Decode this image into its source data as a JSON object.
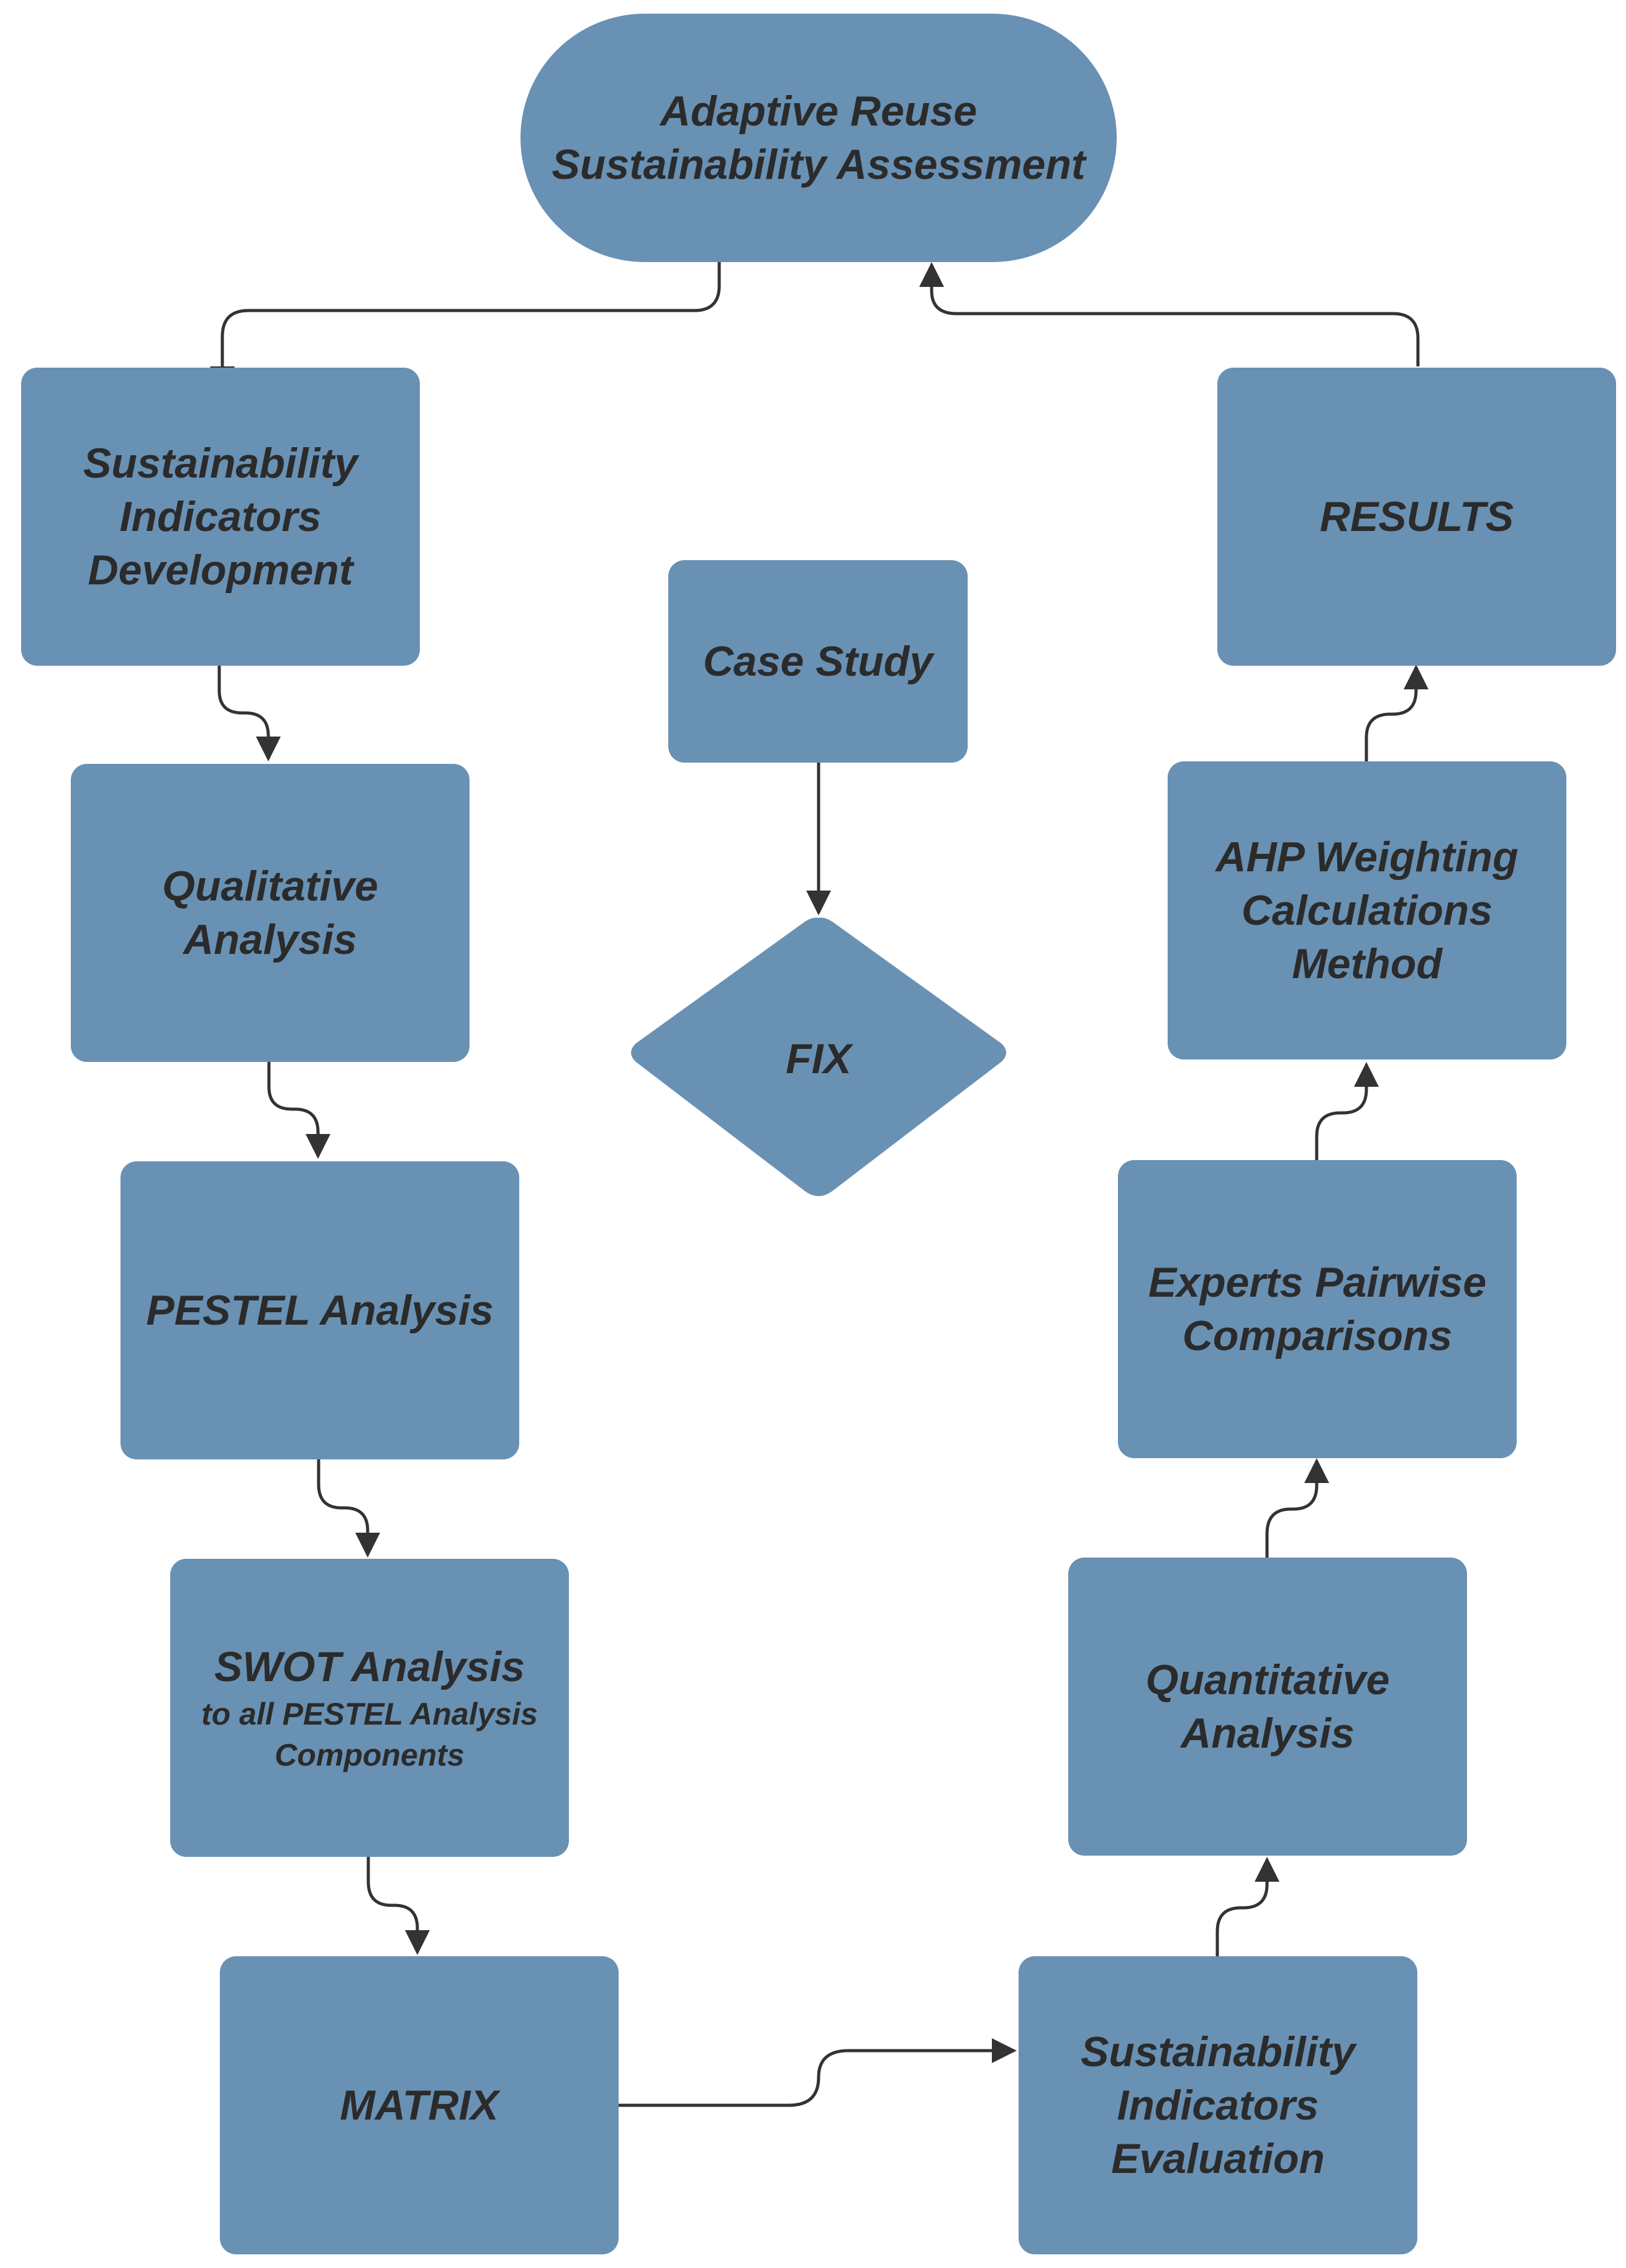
{
  "colors": {
    "node_fill": "#6991b4",
    "text": "#2b2b2b",
    "connector": "#333333",
    "background": "#ffffff"
  },
  "nodes": {
    "start": {
      "lines": [
        "Adaptive Reuse",
        "Sustainability Assessment"
      ]
    },
    "indicators_development": {
      "lines": [
        "Sustainability",
        "Indicators",
        "Development"
      ]
    },
    "qualitative": {
      "lines": [
        "Qualitative",
        "Analysis"
      ]
    },
    "pestel": {
      "lines": [
        "PESTEL Analysis"
      ]
    },
    "swot": {
      "title": "SWOT Analysis",
      "sub": [
        "to all PESTEL Analysis",
        "Components"
      ]
    },
    "matrix": {
      "lines": [
        "MATRIX"
      ]
    },
    "case_study": {
      "lines": [
        "Case Study"
      ]
    },
    "fix": {
      "label": "FIX"
    },
    "results": {
      "lines": [
        "RESULTS"
      ]
    },
    "ahp": {
      "lines": [
        "AHP Weighting",
        "Calculations",
        "Method"
      ]
    },
    "pairwise": {
      "lines": [
        "Experts Pairwise",
        "Comparisons"
      ]
    },
    "quantitative": {
      "lines": [
        "Quantitative",
        "Analysis"
      ]
    },
    "indicators_evaluation": {
      "lines": [
        "Sustainability",
        "Indicators",
        "Evaluation"
      ]
    }
  }
}
